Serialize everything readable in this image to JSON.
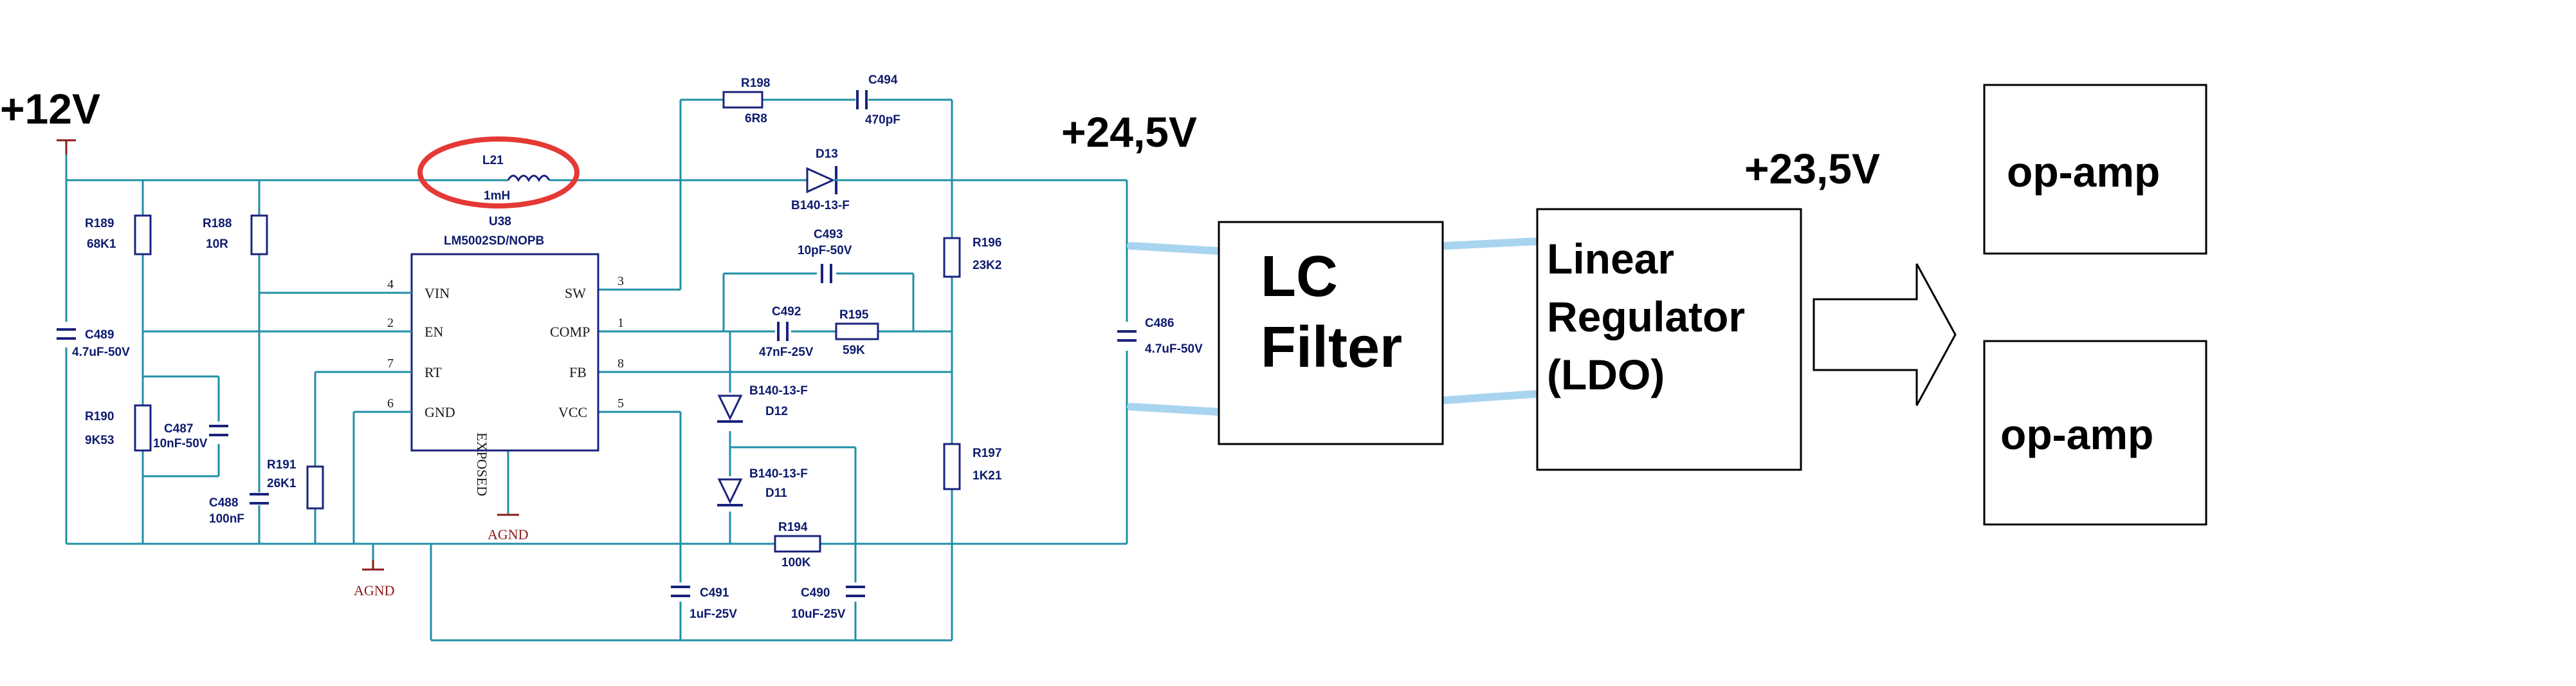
{
  "rails": {
    "input": "+12V",
    "boost_out": "+24,5V",
    "ldo_out": "+23,5V"
  },
  "ic": {
    "ref": "U38",
    "part": "LM5002SD/NOPB",
    "exposed_pad": "EXPOSED",
    "pins_left": [
      {
        "num": "4",
        "name": "VIN"
      },
      {
        "num": "2",
        "name": "EN"
      },
      {
        "num": "7",
        "name": "RT"
      },
      {
        "num": "6",
        "name": "GND"
      }
    ],
    "pins_right": [
      {
        "num": "3",
        "name": "SW"
      },
      {
        "num": "1",
        "name": "COMP"
      },
      {
        "num": "8",
        "name": "FB"
      },
      {
        "num": "5",
        "name": "VCC"
      }
    ]
  },
  "components": {
    "L21": {
      "ref": "L21",
      "value": "1mH"
    },
    "R198": {
      "ref": "R198",
      "value": "6R8"
    },
    "C494": {
      "ref": "C494",
      "value": "470pF"
    },
    "D13": {
      "ref": "D13",
      "value": "B140-13-F"
    },
    "C493": {
      "ref": "C493",
      "value": "10pF-50V"
    },
    "C492": {
      "ref": "C492",
      "value": "47nF-25V"
    },
    "R195": {
      "ref": "R195",
      "value": "59K"
    },
    "R196": {
      "ref": "R196",
      "value": "23K2"
    },
    "R197": {
      "ref": "R197",
      "value": "1K21"
    },
    "R189": {
      "ref": "R189",
      "value": "68K1"
    },
    "R188": {
      "ref": "R188",
      "value": "10R"
    },
    "C489": {
      "ref": "C489",
      "value": "4.7uF-50V"
    },
    "R190": {
      "ref": "R190",
      "value": "9K53"
    },
    "C487": {
      "ref": "C487",
      "value": "10nF-50V"
    },
    "C488": {
      "ref": "C488",
      "value": "100nF"
    },
    "R191": {
      "ref": "R191",
      "value": "26K1"
    },
    "D12": {
      "ref": "D12",
      "value": "B140-13-F"
    },
    "D11": {
      "ref": "D11",
      "value": "B140-13-F"
    },
    "R194": {
      "ref": "R194",
      "value": "100K"
    },
    "C491": {
      "ref": "C491",
      "value": "1uF-25V"
    },
    "C490": {
      "ref": "C490",
      "value": "10uF-25V"
    },
    "C486": {
      "ref": "C486",
      "value": "4.7uF-50V"
    }
  },
  "ground_label": "AGND",
  "blocks": {
    "lc_filter": [
      "LC",
      "Filter"
    ],
    "ldo": [
      "Linear",
      "Regulator",
      "(LDO)"
    ],
    "opamp_1": "op-amp",
    "opamp_2": "op-amp"
  },
  "colors": {
    "wire": "#1f8fa6",
    "component": "#1a237e",
    "highlight": "#e53935",
    "link": "#a8d4f0",
    "ground": "#8b1a1a"
  }
}
